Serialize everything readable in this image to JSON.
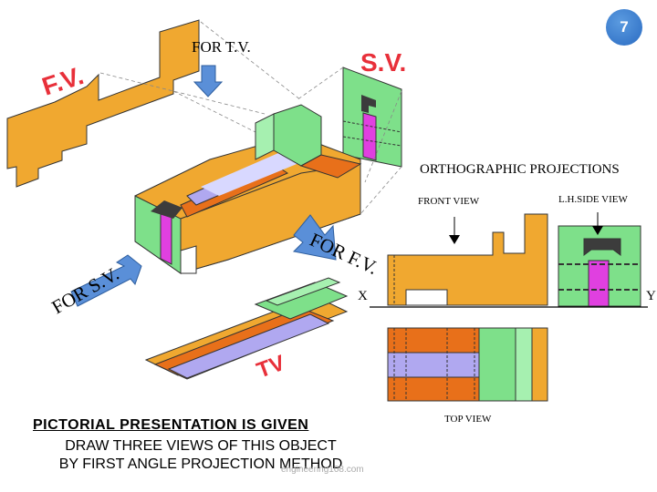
{
  "slide_number": "7",
  "labels": {
    "for_tv": "FOR T.V.",
    "fv_script": "F.V.",
    "sv_script": "S.V.",
    "tv_script": "TV",
    "for_fv": "FOR F.V.",
    "for_sv": "FOR S.V.",
    "orthographic": "ORTHOGRAPHIC PROJECTIONS",
    "front_view": "FRONT VIEW",
    "lh_side_view": "L.H.SIDE VIEW",
    "top_view": "TOP VIEW",
    "x": "X",
    "y": "Y",
    "pictorial": "PICTORIAL PRESENTATION IS GIVEN",
    "instruction_line1": "DRAW THREE VIEWS OF THIS OBJECT",
    "instruction_line2": "BY FIRST ANGLE PROJECTION METHOD",
    "watermark": "engineering108.com"
  },
  "colors": {
    "orange": "#f0a830",
    "dark_orange": "#e8701a",
    "green": "#7ee08a",
    "magenta": "#e040e0",
    "lavender": "#b0a8f0",
    "blue_arrow": "#5a8fd8",
    "red_script": "#e8303a"
  }
}
